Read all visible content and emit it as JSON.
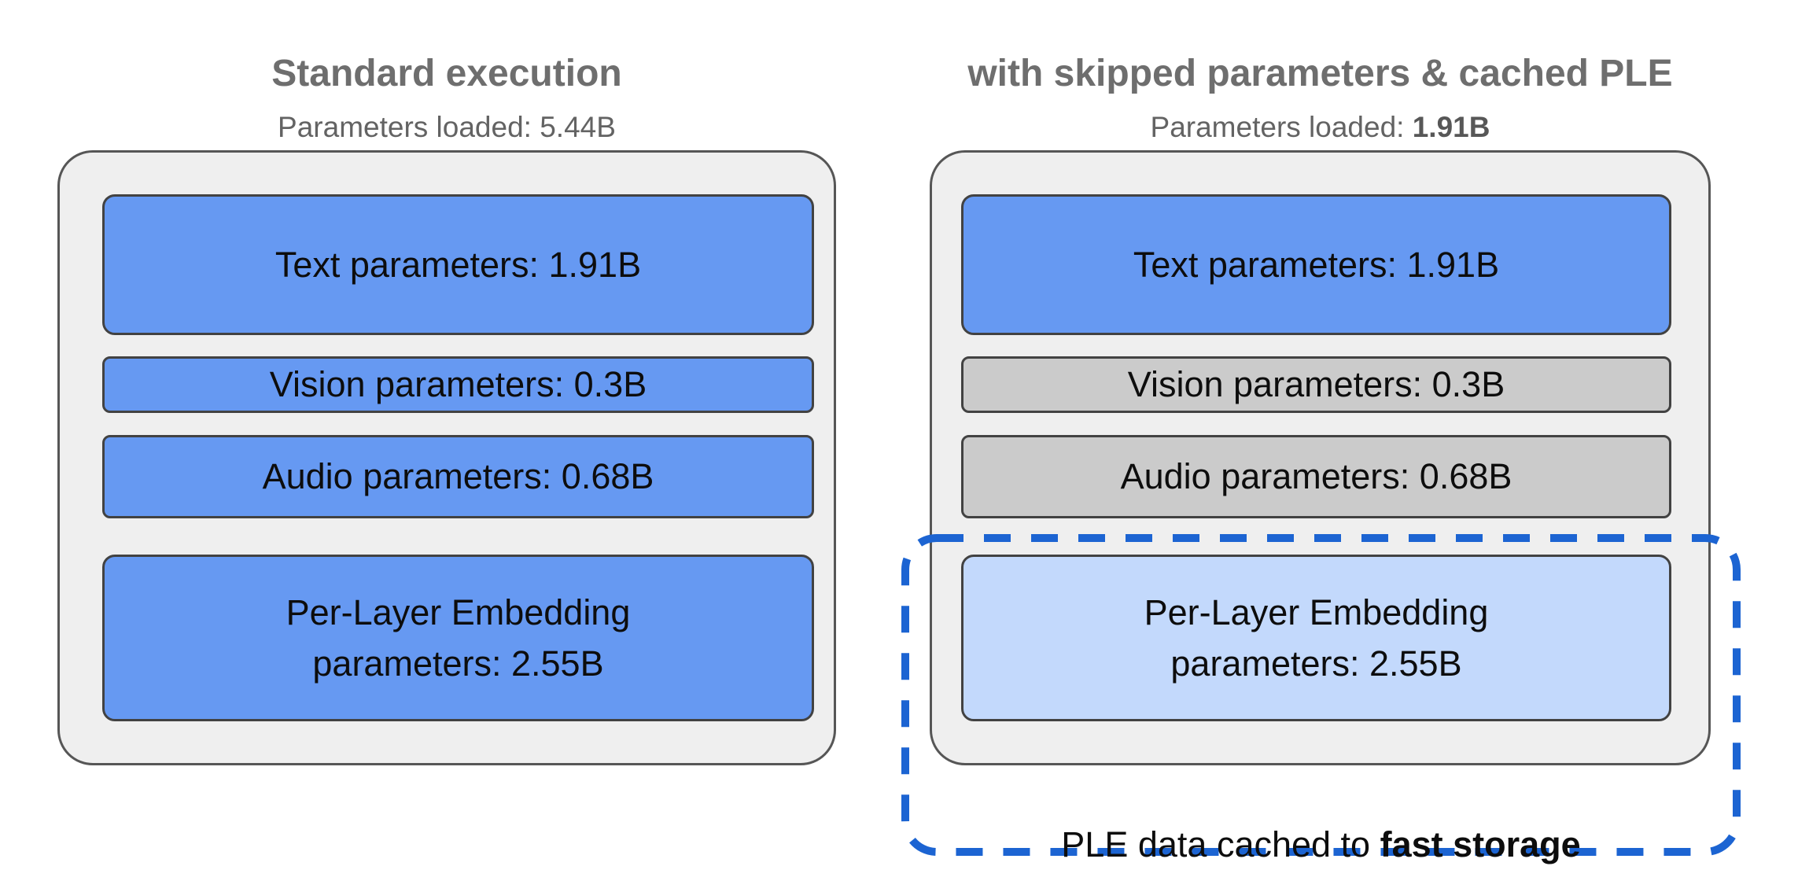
{
  "left_panel": {
    "title": "Standard execution",
    "subtitle_prefix": "Parameters loaded: ",
    "subtitle_value": "5.44B",
    "boxes": {
      "text": "Text parameters: 1.91B",
      "vision": "Vision parameters: 0.3B",
      "audio": "Audio parameters: 0.68B",
      "ple": "Per-Layer Embedding parameters: 2.55B"
    }
  },
  "right_panel": {
    "title": "with skipped parameters & cached PLE",
    "subtitle_prefix": "Parameters loaded: ",
    "subtitle_value": "1.91B",
    "boxes": {
      "text": "Text parameters: 1.91B",
      "vision": "Vision parameters: 0.3B",
      "audio": "Audio parameters: 0.68B",
      "ple": "Per-Layer Embedding parameters: 2.55B"
    },
    "caption_prefix": "PLE data cached to ",
    "caption_bold": "fast storage"
  },
  "colors": {
    "loaded_param_blue": "#6699f2",
    "skipped_param_gray": "#cbcbcb",
    "cached_ple_lightblue": "#c3d9fc",
    "container_gray": "#efefef",
    "dashed_outline_blue": "#1c64d2"
  }
}
